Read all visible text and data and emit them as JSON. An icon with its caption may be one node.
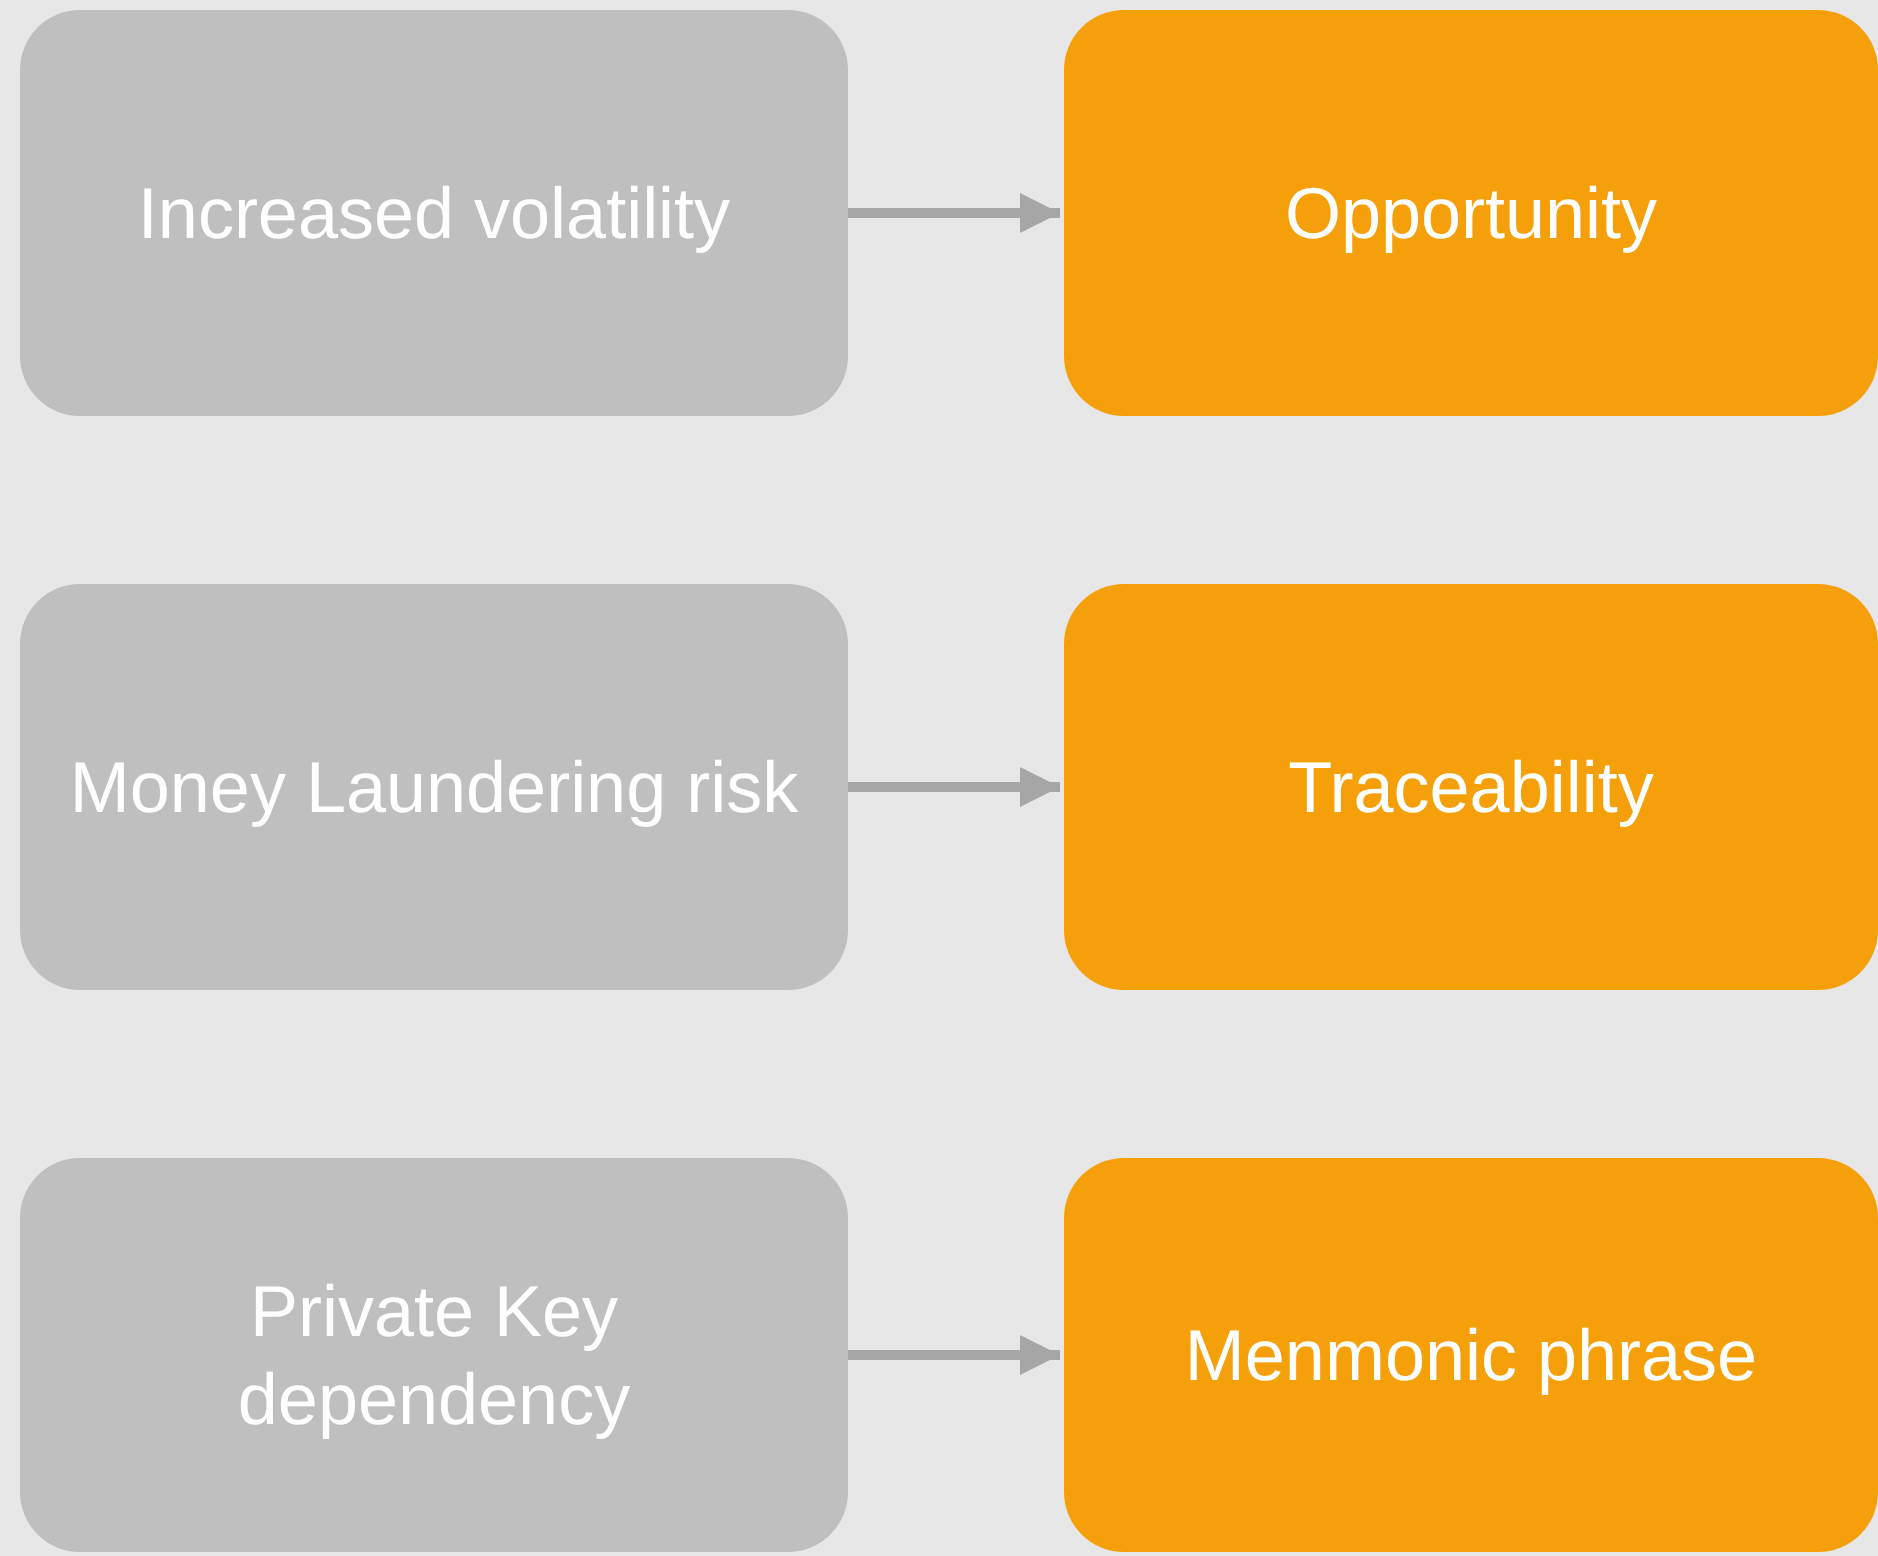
{
  "diagram": {
    "nodes": [
      {
        "text": [
          "Increased volatility"
        ]
      },
      {
        "text": [
          "Opportunity"
        ]
      },
      {
        "text": [
          "Money Laundering risk"
        ]
      },
      {
        "text": [
          "Traceability"
        ]
      },
      {
        "text": [
          "Private Key dependency"
        ]
      },
      {
        "text": [
          "Menmonic phrase"
        ]
      }
    ],
    "edges": [
      {
        "from": 0,
        "to": 1,
        "arrow": "to"
      },
      {
        "from": 2,
        "to": 3,
        "arrow": "to"
      },
      {
        "from": 4,
        "to": 5,
        "arrow": "to"
      }
    ]
  }
}
